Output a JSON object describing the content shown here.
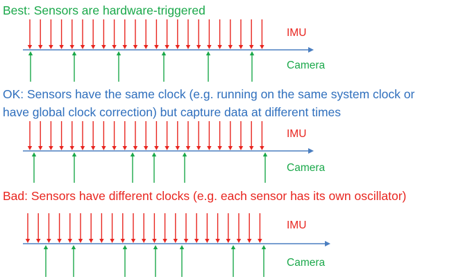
{
  "colors": {
    "best": "#1aa84a",
    "ok": "#2f6fbd",
    "bad": "#e8251f",
    "imu": "#e8251f",
    "camera": "#1aa84a",
    "axis": "#4a7ec0"
  },
  "sections": [
    {
      "id": "best",
      "heading_lines": [
        "Best: Sensors are hardware-triggered"
      ],
      "imu_label": "IMU",
      "camera_label": "Camera",
      "imu_tick_count": 23,
      "camera_tick_count": 6
    },
    {
      "id": "ok",
      "heading_lines": [
        "OK: Sensors have the same clock (e.g. running on the same system clock or",
        "have global clock correction) but capture data at different times"
      ],
      "imu_label": "IMU",
      "camera_label": "Camera",
      "imu_tick_count": 23,
      "camera_tick_count": 6
    },
    {
      "id": "bad",
      "heading_lines": [
        "Bad: Sensors have different clocks (e.g. each sensor has its own oscillator)"
      ],
      "imu_label": "IMU",
      "camera_label": "Camera",
      "imu_tick_count": 23,
      "camera_tick_count": 7
    }
  ]
}
